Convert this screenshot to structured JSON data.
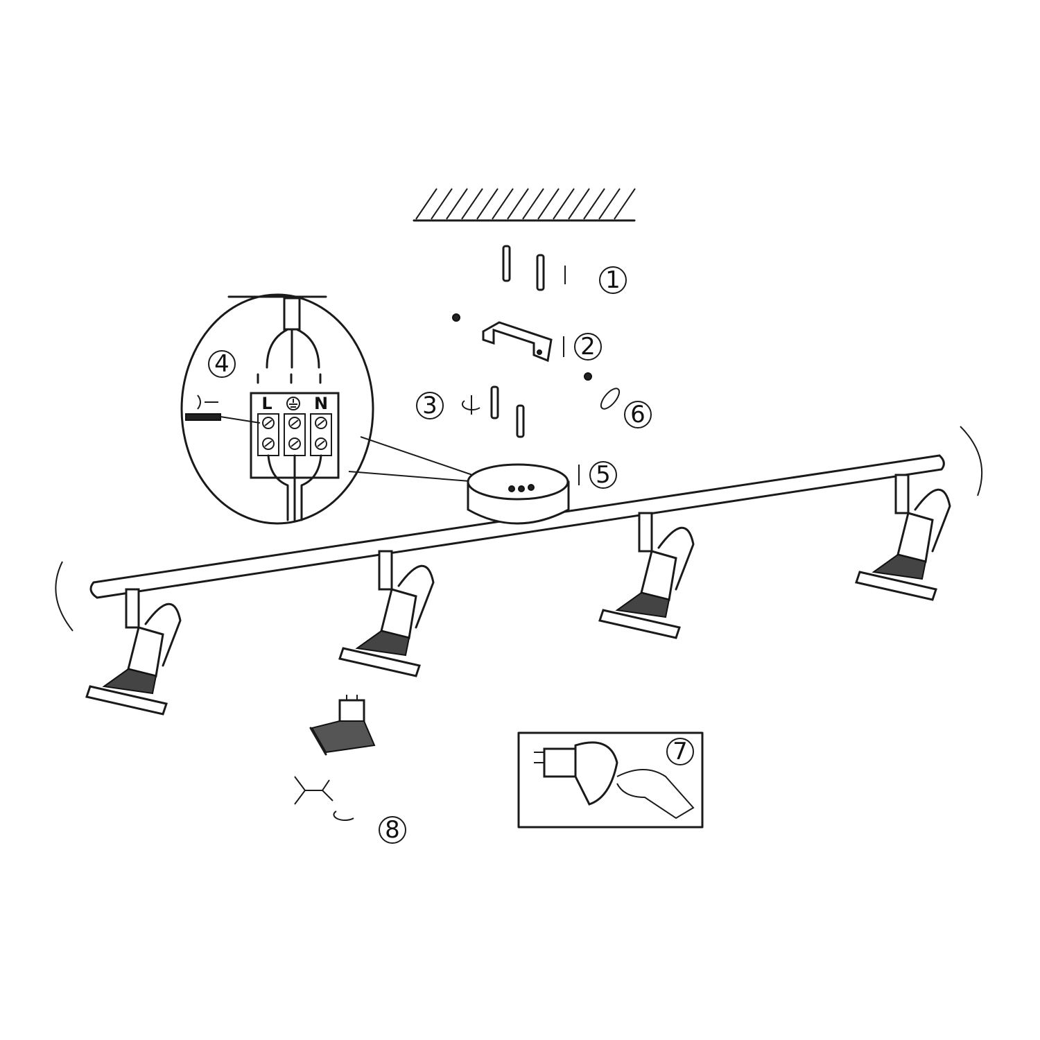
{
  "steps": [
    "1",
    "2",
    "3",
    "4",
    "5",
    "6",
    "7",
    "8"
  ],
  "terminals": {
    "live": "L",
    "neutral": "N",
    "earth_icon": "earth-ground-icon"
  },
  "colors": {
    "line": "#1a1a1a",
    "background": "#ffffff"
  }
}
